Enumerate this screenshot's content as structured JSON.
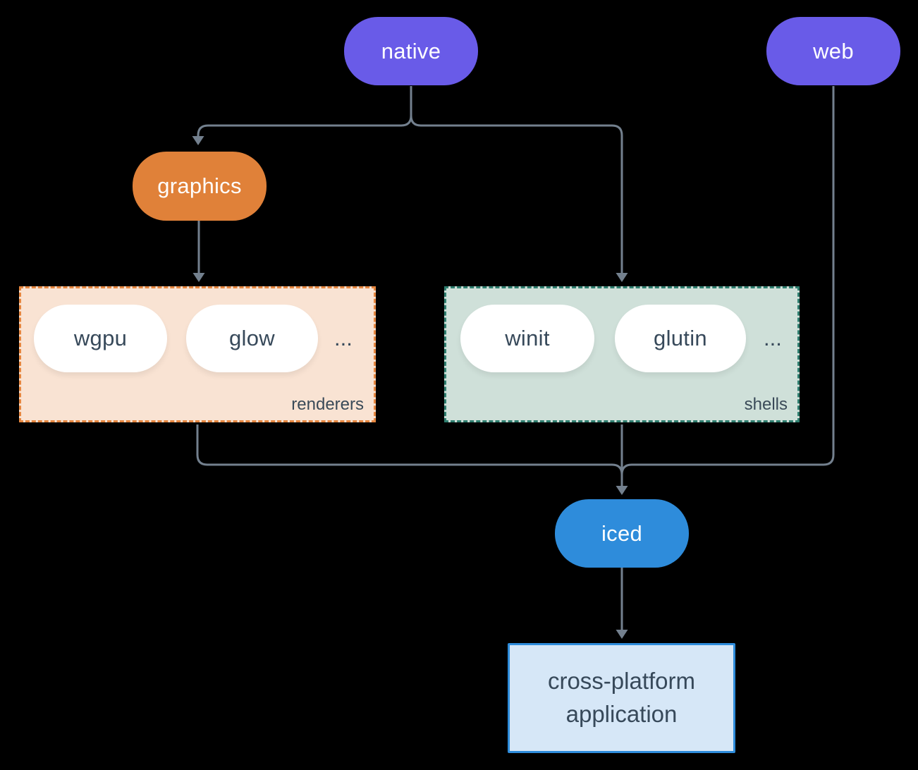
{
  "nodes": {
    "native": {
      "label": "native"
    },
    "web": {
      "label": "web"
    },
    "graphics": {
      "label": "graphics"
    },
    "wgpu": {
      "label": "wgpu"
    },
    "glow": {
      "label": "glow"
    },
    "winit": {
      "label": "winit"
    },
    "glutin": {
      "label": "glutin"
    },
    "iced": {
      "label": "iced"
    },
    "app": {
      "lines": [
        "cross-platform",
        "application"
      ]
    }
  },
  "groups": {
    "renderers": {
      "label": "renderers",
      "ellipsis": "..."
    },
    "shells": {
      "label": "shells",
      "ellipsis": "..."
    }
  },
  "colors": {
    "node_purple": "#695BE8",
    "node_orange": "#E08139",
    "node_blue": "#2E8CDB",
    "white_pill": "#FFFFFF",
    "renderers_bg": "#F9E3D3",
    "renderers_border": "#E5863F",
    "shells_bg": "#CFE0D9",
    "shells_border": "#2E7D6E",
    "app_bg": "#D6E7F7",
    "app_border": "#2E8CDB",
    "edge": "#73808E",
    "text_dark": "#37495A",
    "text_light": "#FFFFFF",
    "background": "#000000"
  }
}
